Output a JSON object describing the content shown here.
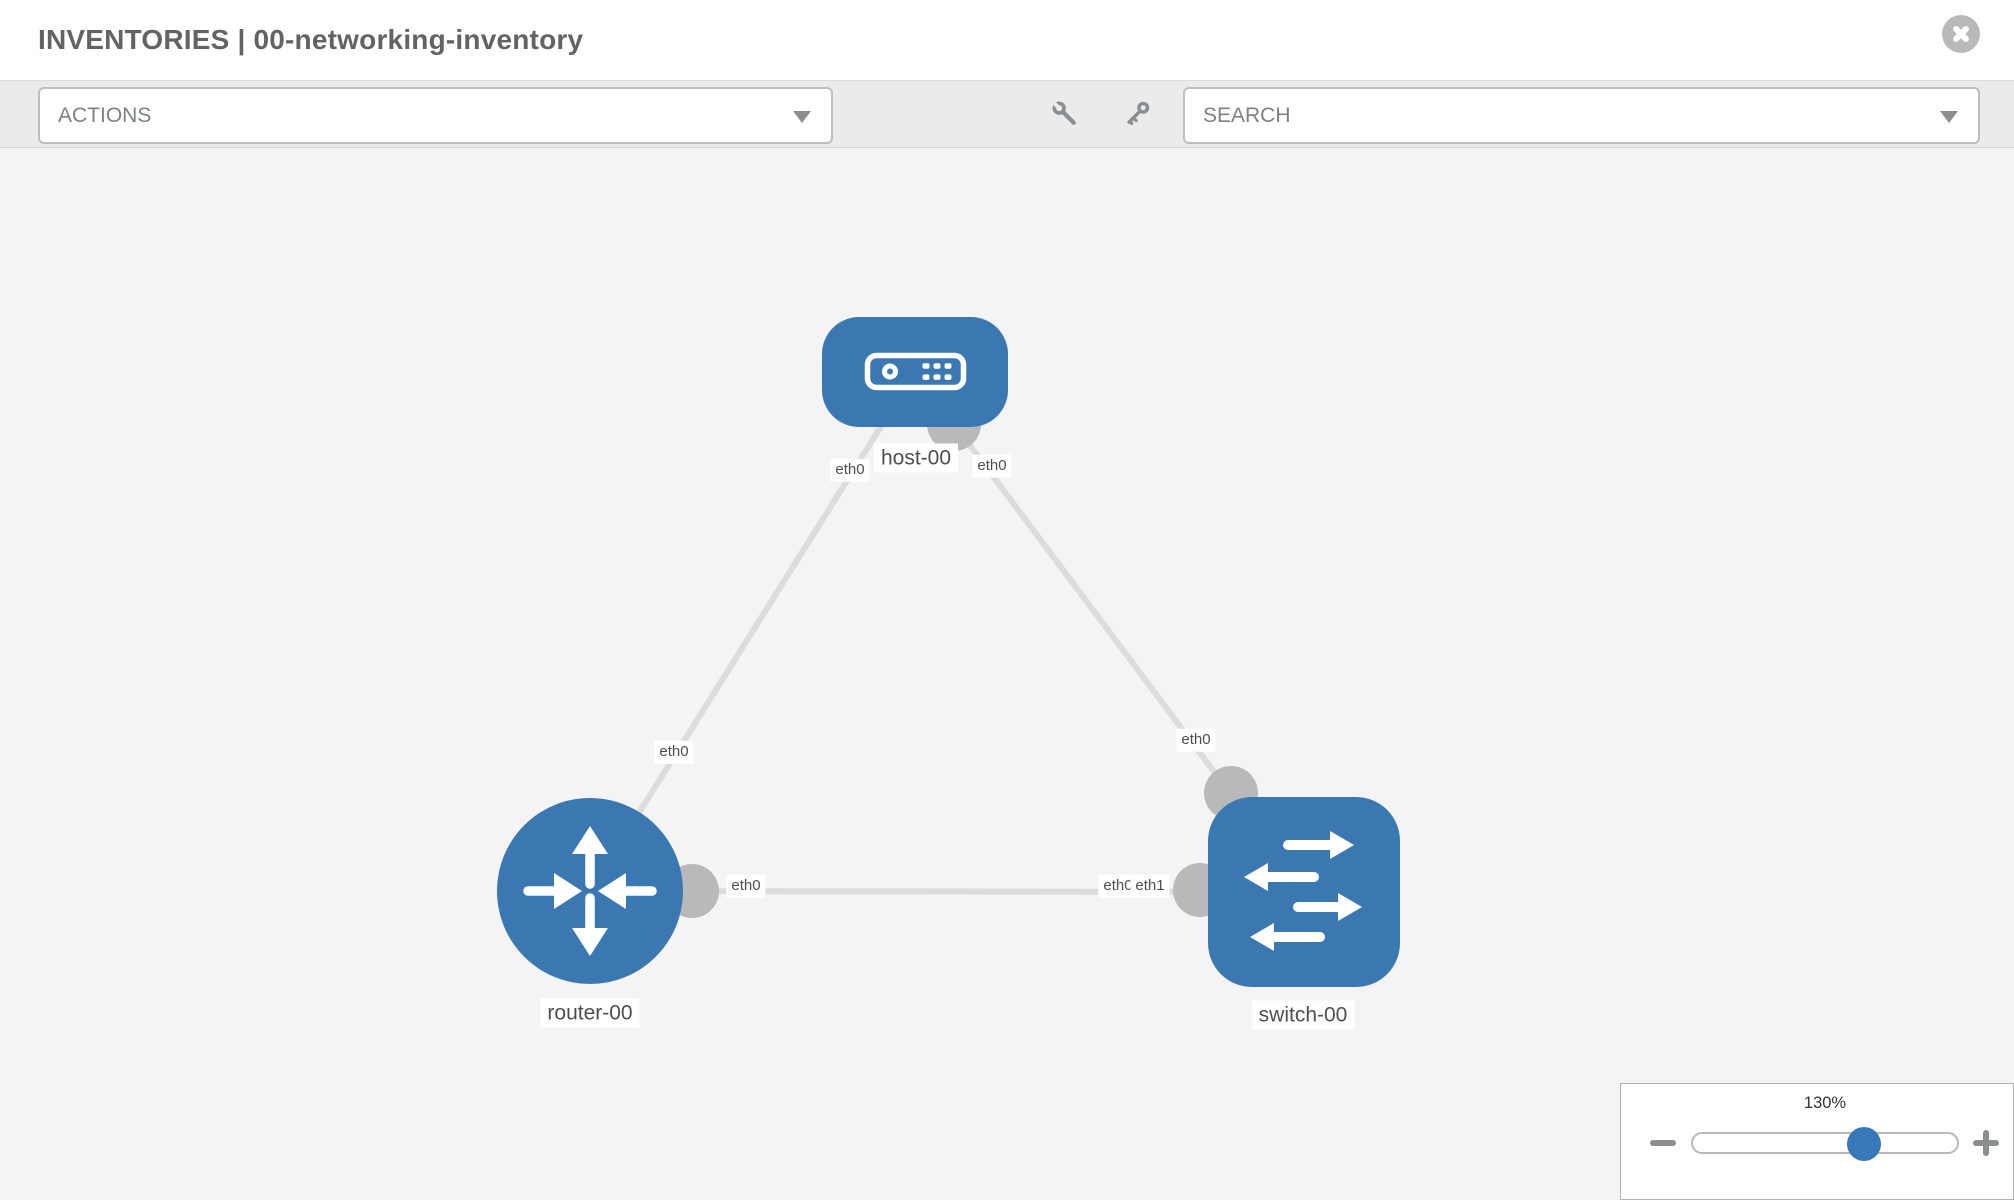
{
  "header": {
    "title": "INVENTORIES | 00-networking-inventory"
  },
  "toolbar": {
    "actions_label": "ACTIONS",
    "search_placeholder": "SEARCH",
    "icons": [
      "wrench-icon",
      "key-icon"
    ]
  },
  "graph": {
    "node_labels": {
      "host": "host-00",
      "router": "router-00",
      "switch": "switch-00"
    },
    "interface_labels": {
      "host_to_router": "eth0",
      "host_to_switch": "eth0",
      "router_to_host": "eth0",
      "router_to_switch": "eth0",
      "switch_to_host": "eth0",
      "switch_overlap_under": "eth0",
      "switch_to_router": "eth1"
    },
    "links": [
      {
        "from": "host-00",
        "to": "router-00",
        "from_if": "eth0",
        "to_if": "eth0"
      },
      {
        "from": "host-00",
        "to": "switch-00",
        "from_if": "eth0",
        "to_if": "eth0"
      },
      {
        "from": "router-00",
        "to": "switch-00",
        "from_if": "eth0",
        "to_if": "eth1"
      }
    ]
  },
  "zoom_control": {
    "value": "130%",
    "percent": 130
  },
  "colors": {
    "node_blue": "#3b78b2",
    "slider_blue": "#3778b8",
    "link_gray": "#dcdcdd",
    "dot_gray": "#b9b9b9",
    "canvas_bg": "#f4f4f5",
    "toolbar_bg": "#ebebec",
    "label_text": "#4e4e4e",
    "title_text": "#636363"
  }
}
